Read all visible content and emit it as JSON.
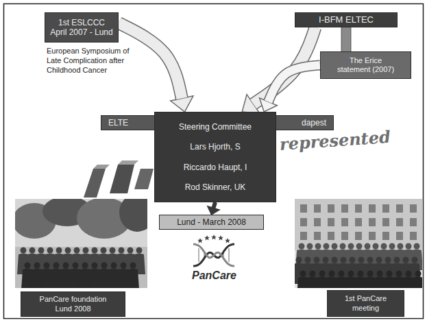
{
  "diagram": {
    "nodes": [
      {
        "text": [
          "1st ESLCCC",
          "April 2007 - Lund"
        ]
      },
      {
        "text": [
          "I-BFM ELTEC"
        ]
      },
      {
        "text": [
          "The Erice statement (2007)"
        ]
      },
      {
        "text": [
          "ELTE",
          "dapest"
        ]
      },
      {
        "text": [
          "Steering Committee",
          "Lars Hjorth, S",
          "Riccardo Haupt, I",
          "Rod Skinner, UK"
        ]
      },
      {
        "text": [
          "Lund - March 2008"
        ]
      },
      {
        "text": [
          "PanCare foundation Lund 2008"
        ]
      },
      {
        "text": [
          "1st PanCare meeting"
        ]
      }
    ],
    "edges": [
      {
        "from": 0,
        "to": 4,
        "arrow": "to"
      },
      {
        "from": 1,
        "to": 4,
        "arrow": "to"
      },
      {
        "from": 1,
        "to": 2,
        "arrow": "none"
      },
      {
        "from": 2,
        "to": 4,
        "arrow": "to"
      },
      {
        "from": 4,
        "to": 5,
        "arrow": "to"
      }
    ],
    "labels": [
      "European Symposium of Late Complication after Childhood Cancer",
      "represented",
      "PanCare"
    ]
  }
}
